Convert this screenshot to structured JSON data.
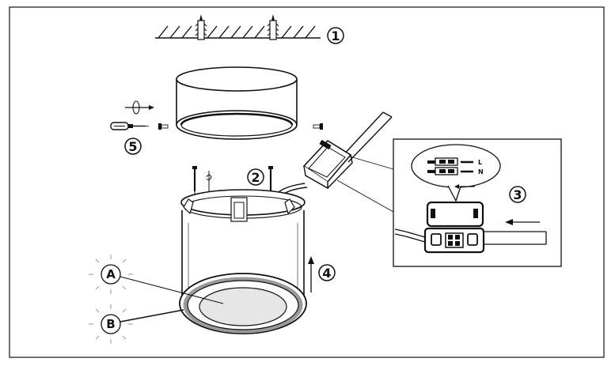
{
  "steps": {
    "s1": "1",
    "s2": "2",
    "s3": "3",
    "s4": "4",
    "s5": "5"
  },
  "callouts": {
    "a": "A",
    "b": "B"
  },
  "connector": {
    "live": "L",
    "neutral": "N"
  },
  "colors": {
    "line": "#111111",
    "ring_shadow": "#9a9a9a",
    "lens_fill": "#e6e6e6",
    "background": "#ffffff"
  }
}
